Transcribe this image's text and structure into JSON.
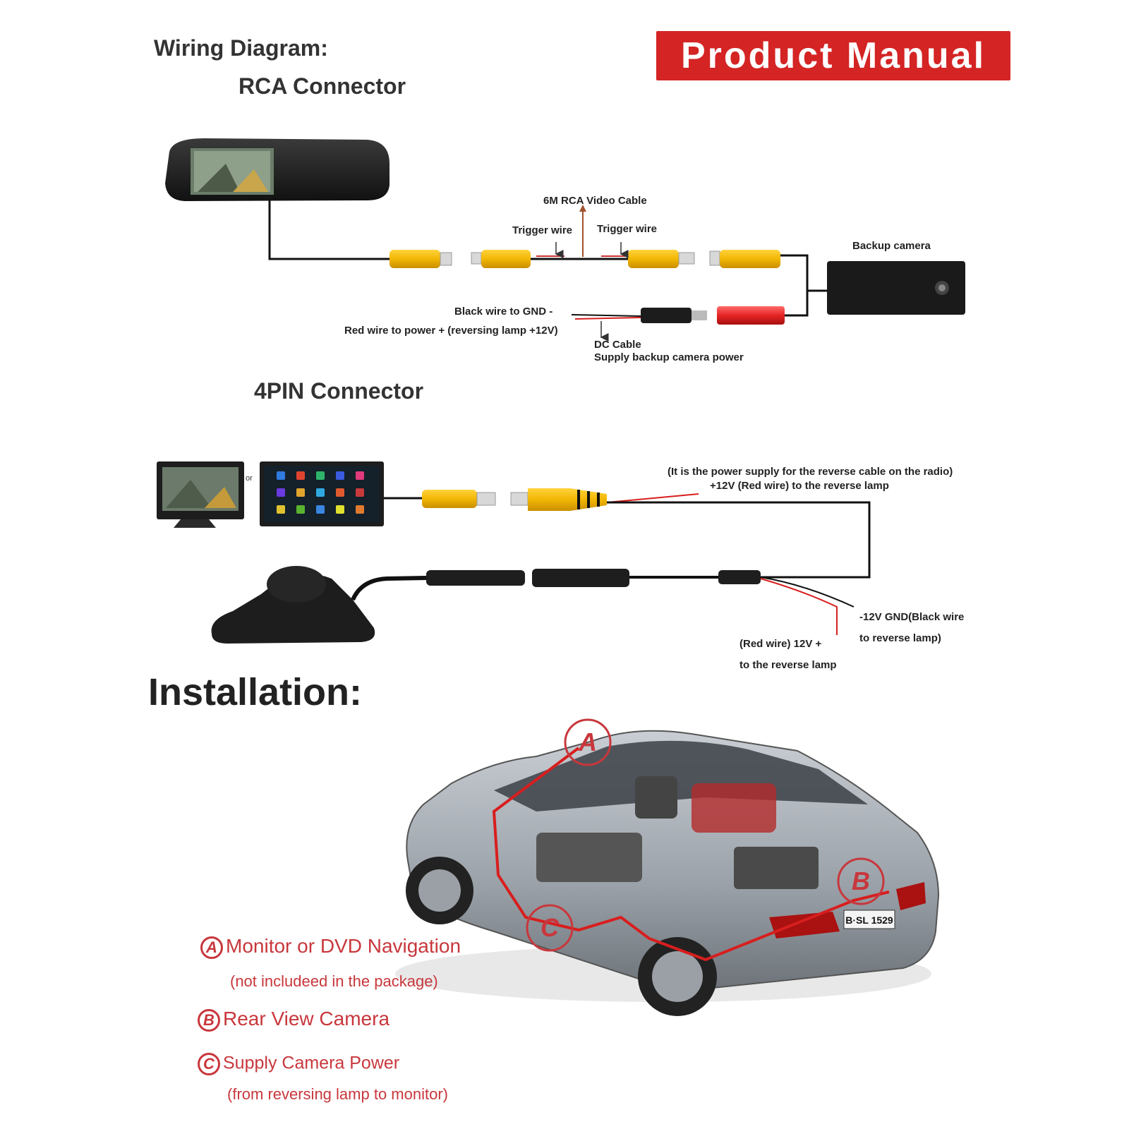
{
  "header": {
    "wiring_title": "Wiring Diagram:",
    "rca_title": "RCA Connector",
    "banner": "Product Manual",
    "pin_title": "4PIN Connector",
    "installation_title": "Installation:"
  },
  "rca": {
    "video_cable": "6M RCA Video Cable",
    "trigger_left": "Trigger wire",
    "trigger_right": "Trigger wire",
    "backup_camera": "Backup camera",
    "black_gnd": "Black wire to GND -",
    "red_power": "Red wire to power + (reversing lamp +12V)",
    "dc_cable": "DC Cable",
    "dc_supply": "Supply backup camera power"
  },
  "pin4": {
    "or": "or",
    "radio_note": "(It is the power supply for the reverse cable on the radio)",
    "red_reverse": "+12V (Red wire) to the reverse lamp",
    "gnd_line1": "-12V GND(Black wire",
    "gnd_line2": "to reverse lamp)",
    "red_line1": "(Red wire) 12V +",
    "red_line2": "to the reverse lamp"
  },
  "installation": {
    "marker_a": "A",
    "marker_b": "B",
    "marker_c": "C",
    "plate": "B·SL 1529",
    "a_main": "Monitor or DVD Navigation",
    "a_sub": "(not includeed in the package)",
    "b_main": "Rear View Camera",
    "c_main": "Supply Camera Power",
    "c_sub": "(from reversing lamp to monitor)"
  },
  "colors": {
    "banner": "#d42424",
    "legend": "#c8373c",
    "rca_yellow": "#f2b705",
    "wire_red": "#d81e1e",
    "wire_black": "#111111"
  }
}
